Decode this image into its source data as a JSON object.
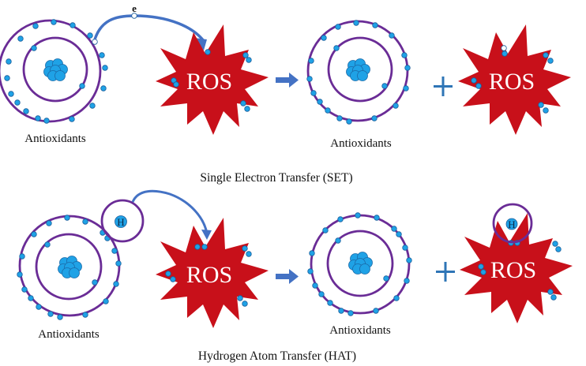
{
  "colors": {
    "orbit": "#6a2c96",
    "electron": "#1fa2e6",
    "electron_stroke": "#1b5f9c",
    "nucleus": "#1fa2e6",
    "ros_fill": "#c8101a",
    "ros_text": "#ffffff",
    "arrow": "#4472c4",
    "plus": "#2e75b6",
    "text": "#111111"
  },
  "set": {
    "caption": "Single Electron Transfer (SET)",
    "reactant_label": "Antioxidants",
    "product_label": "Antioxidants",
    "ros_label_left": "ROS",
    "ros_label_right": "ROS",
    "electron_label": "e",
    "plus_symbol": "+"
  },
  "hat": {
    "caption": "Hydrogen Atom Transfer (HAT)",
    "reactant_label": "Antioxidants",
    "product_label": "Antioxidants",
    "ros_label_left": "ROS",
    "ros_label_right": "ROS",
    "hydrogen_label_left": "H",
    "hydrogen_label_right": "H",
    "plus_symbol": "+"
  }
}
